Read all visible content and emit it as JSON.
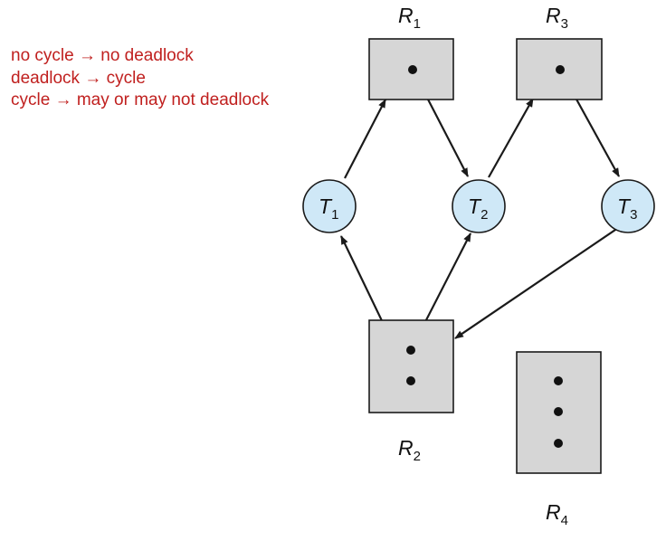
{
  "annotations": [
    "no cycle → no deadlock",
    "deadlock → cycle",
    "cycle → may or may not deadlock"
  ],
  "resources": [
    {
      "letter": "R",
      "index": "1",
      "instances": 1
    },
    {
      "letter": "R",
      "index": "2",
      "instances": 2
    },
    {
      "letter": "R",
      "index": "3",
      "instances": 1
    },
    {
      "letter": "R",
      "index": "4",
      "instances": 3
    }
  ],
  "threads": [
    {
      "letter": "T",
      "index": "1"
    },
    {
      "letter": "T",
      "index": "2"
    },
    {
      "letter": "T",
      "index": "3"
    }
  ],
  "edges": [
    {
      "from": "T1",
      "to": "R1",
      "kind": "request"
    },
    {
      "from": "R1",
      "to": "T2",
      "kind": "assignment"
    },
    {
      "from": "T2",
      "to": "R3",
      "kind": "request"
    },
    {
      "from": "R3",
      "to": "T3",
      "kind": "assignment"
    },
    {
      "from": "T3",
      "to": "R2",
      "kind": "request"
    },
    {
      "from": "R2",
      "to": "T1",
      "kind": "assignment"
    },
    {
      "from": "R2",
      "to": "T2",
      "kind": "assignment"
    }
  ],
  "colors": {
    "annotation": "#c0201f",
    "resource_fill": "#d6d6d6",
    "thread_fill": "#cfe8f7",
    "stroke": "#1a1a1a"
  }
}
